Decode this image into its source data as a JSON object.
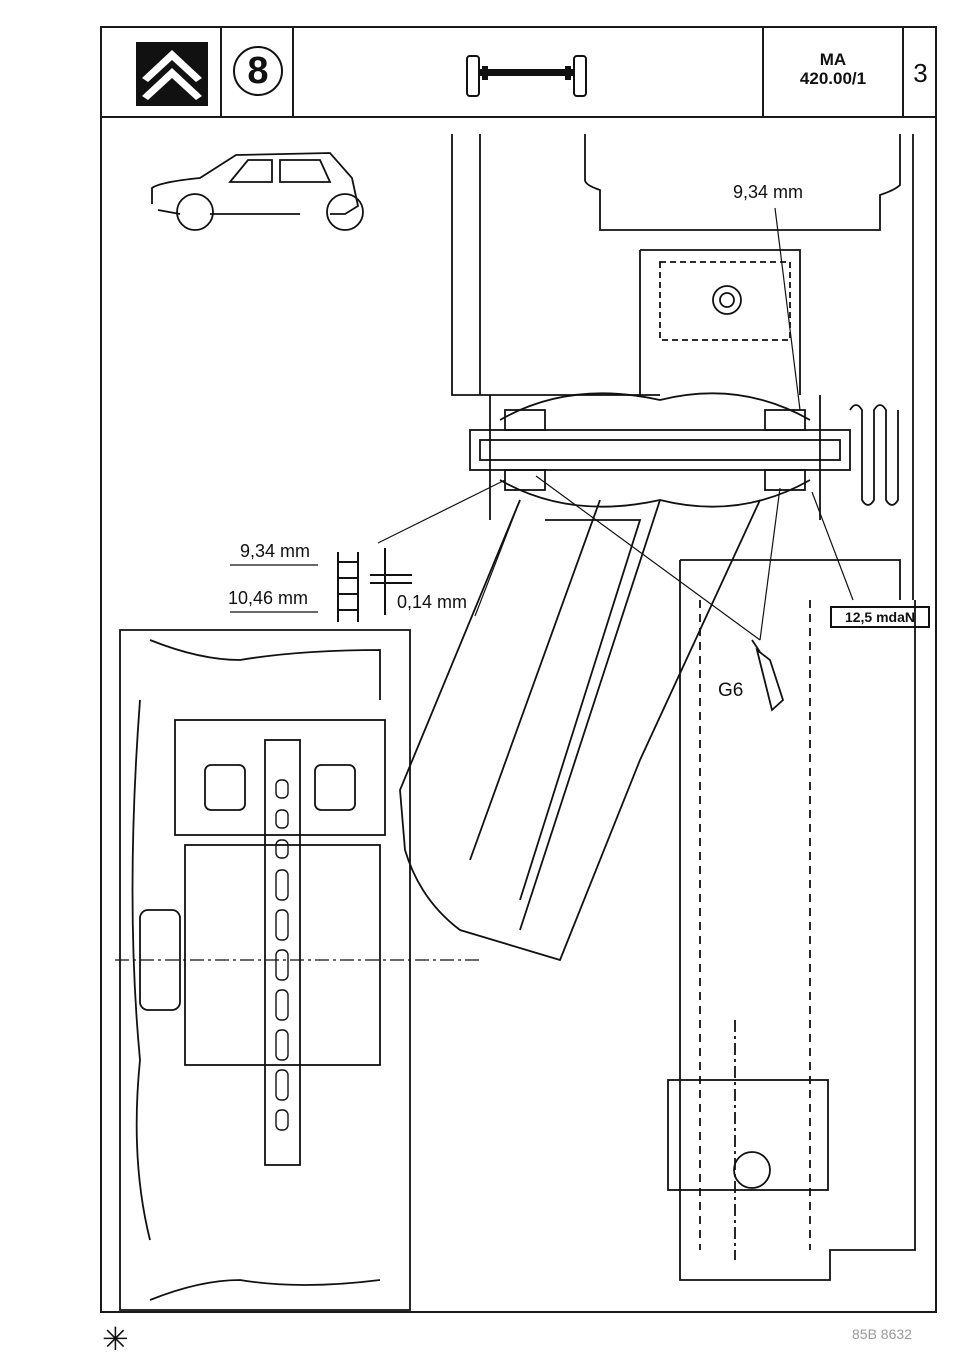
{
  "header": {
    "logo_icon": "citroen-double-chevron-logo",
    "section_number": "8",
    "axle_icon": "rear-axle-icon",
    "reference_line1": "MA",
    "reference_line2": "420.00/1",
    "page_number": "3"
  },
  "labels": {
    "top_dimension": "9,34 mm",
    "dim_a": "9,34 mm",
    "dim_b": "10,46 mm",
    "clearance": "0,14 mm",
    "torque": "12,5 mdaN",
    "grease": "G6"
  },
  "footer": {
    "asterisk": "✳",
    "code": "85B 8632"
  }
}
